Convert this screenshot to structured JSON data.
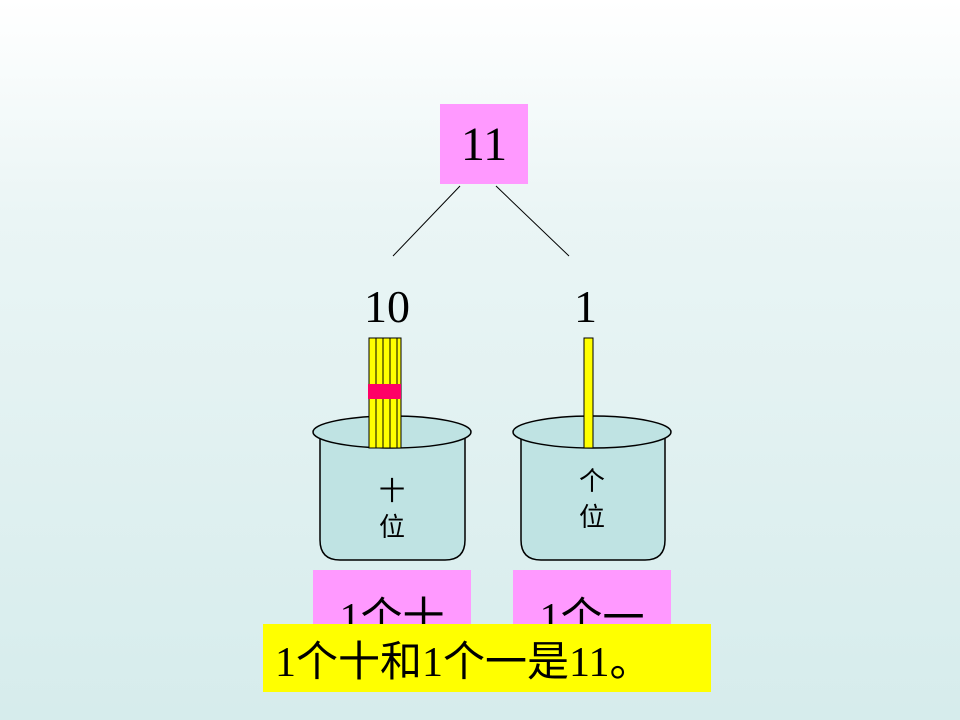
{
  "top_number": "11",
  "parts": {
    "tens_value": "10",
    "ones_value": "1"
  },
  "cups": [
    {
      "label_line1": "十",
      "label_line2": "位"
    },
    {
      "label_line1": "个",
      "label_line2": "位"
    }
  ],
  "count_boxes": {
    "tens": "1个十",
    "ones": "1个一"
  },
  "summary": "1个十和1个一是11。",
  "colors": {
    "pink": "#ff99ff",
    "yellow": "#ffff00",
    "stick": "#ffff00",
    "band": "#ff0066",
    "cup": "#bfe3e3"
  }
}
